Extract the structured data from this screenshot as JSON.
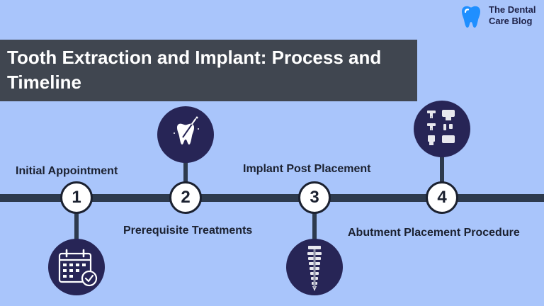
{
  "title": "Tooth Extraction and Implant: Process and Timeline",
  "brand": {
    "line1": "The Dental",
    "line2": "Care Blog",
    "icon": "tooth-logo-icon"
  },
  "steps": [
    {
      "number": "1",
      "label": "Initial Appointment",
      "icon": "calendar-check-icon"
    },
    {
      "number": "2",
      "label": "Prerequisite Treatments",
      "icon": "tooth-treatment-icon"
    },
    {
      "number": "3",
      "label": "Implant Post Placement",
      "icon": "implant-screw-icon"
    },
    {
      "number": "4",
      "label": "Abutment Placement Procedure",
      "icon": "abutment-components-icon"
    }
  ],
  "colors": {
    "background": "#a9c5fb",
    "title_box": "#404650",
    "timeline": "#2d3a4d",
    "icon_circle": "#272556",
    "brand_text": "#1e2248",
    "logo": "#1f8fff"
  }
}
